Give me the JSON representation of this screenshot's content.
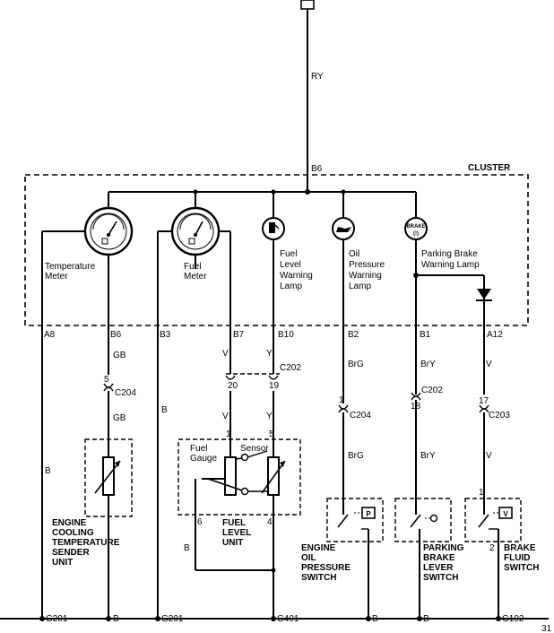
{
  "cluster_label": "CLUSTER",
  "wire_colors": {
    "ry": "RY",
    "gb": "GB",
    "gb2": "GB",
    "b": "B",
    "b2": "B",
    "b3": "B",
    "b4": "B",
    "b5": "B",
    "b6": "B",
    "v": "V",
    "v2": "V",
    "v3": "V",
    "v4": "V",
    "y": "Y",
    "y2": "Y",
    "brg": "BrG",
    "brg2": "BrG",
    "bry": "BrY",
    "bry2": "BrY"
  },
  "connectors": {
    "b6": "B6",
    "a8": "A8",
    "b6b": "B6",
    "b3": "B3",
    "b7": "B7",
    "b10": "B10",
    "b2": "B2",
    "b1": "B1",
    "a12": "A12",
    "c202": "C202",
    "c202b": "C202",
    "c204": "C204",
    "c204b": "C204",
    "c203": "C203"
  },
  "pins": {
    "p5": "5",
    "p20": "20",
    "p19": "19",
    "p1": "1",
    "p18": "18",
    "p17": "17",
    "p1b": "1",
    "p5b": "5",
    "p6": "6",
    "p4": "4",
    "p1c": "1",
    "p2": "2"
  },
  "grounds": {
    "g201a": "G201",
    "g201b": "G201",
    "g401": "G401",
    "g102": "G102"
  },
  "page_number": "31",
  "components": {
    "temp_meter": [
      "Temperature",
      "Meter"
    ],
    "fuel_meter": [
      "Fuel",
      "Meter"
    ],
    "fuel_lamp": [
      "Fuel",
      "Level",
      "Warning",
      "Lamp"
    ],
    "oil_lamp": [
      "Oil",
      "Pressure",
      "Warning",
      "Lamp"
    ],
    "brake_lamp": [
      "Parking Brake",
      "Warning Lamp"
    ],
    "brake_icon_text": "BRAKE",
    "brake_icon_sub": "(!)",
    "temp_sender": [
      "ENGINE",
      "COOLING",
      "TEMPERATURE",
      "SENDER",
      "UNIT"
    ],
    "fuel_gauge": [
      "Fuel",
      "Gauge"
    ],
    "sensor": "Sensor",
    "fuel_unit": [
      "FUEL",
      "LEVEL",
      "UNIT"
    ],
    "oil_switch": [
      "ENGINE",
      "OIL",
      "PRESSURE",
      "SWITCH"
    ],
    "oil_switch_icon": "P",
    "brake_lever": [
      "PARKING",
      "BRAKE",
      "LEVER",
      "SWITCH"
    ],
    "brake_fluid": [
      "BRAKE",
      "FLUID",
      "SWITCH"
    ],
    "brake_fluid_icon": "V"
  },
  "colors": {
    "ink": "#000000",
    "paper": "#ffffff"
  }
}
